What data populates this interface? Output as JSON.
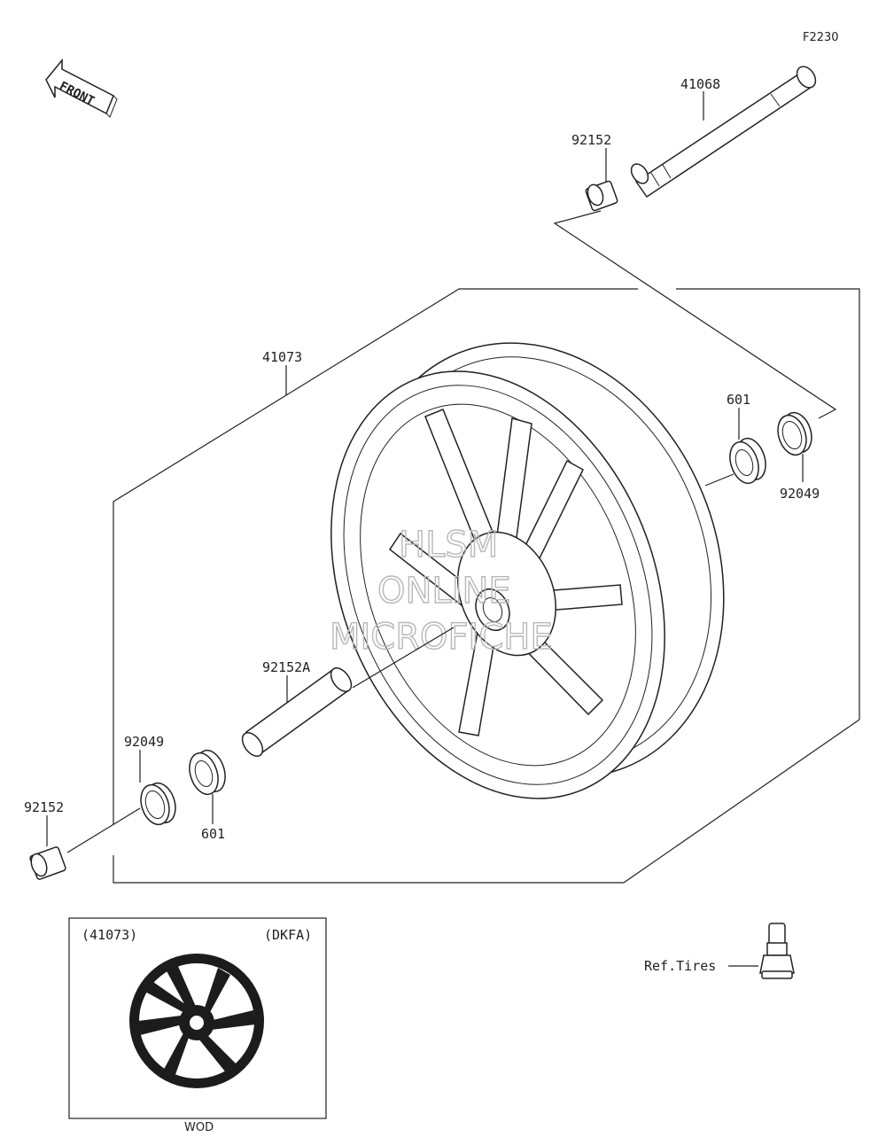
{
  "figure_code": "F2230",
  "front_marker": "FRONT",
  "watermark": [
    "HLSM",
    "ONLINE",
    "MICROFICHE"
  ],
  "callouts": {
    "axle": "41068",
    "collar_top": "92152",
    "wheel": "41073",
    "bearing_right": "601",
    "seal_right": "92049",
    "spacer": "92152A",
    "seal_left": "92049",
    "collar_left": "92152",
    "bearing_left": "601"
  },
  "inset": {
    "part_number": "(41073)",
    "variant": "(DKFA)",
    "caption": "WOD"
  },
  "valve_ref": "Ref.Tires"
}
